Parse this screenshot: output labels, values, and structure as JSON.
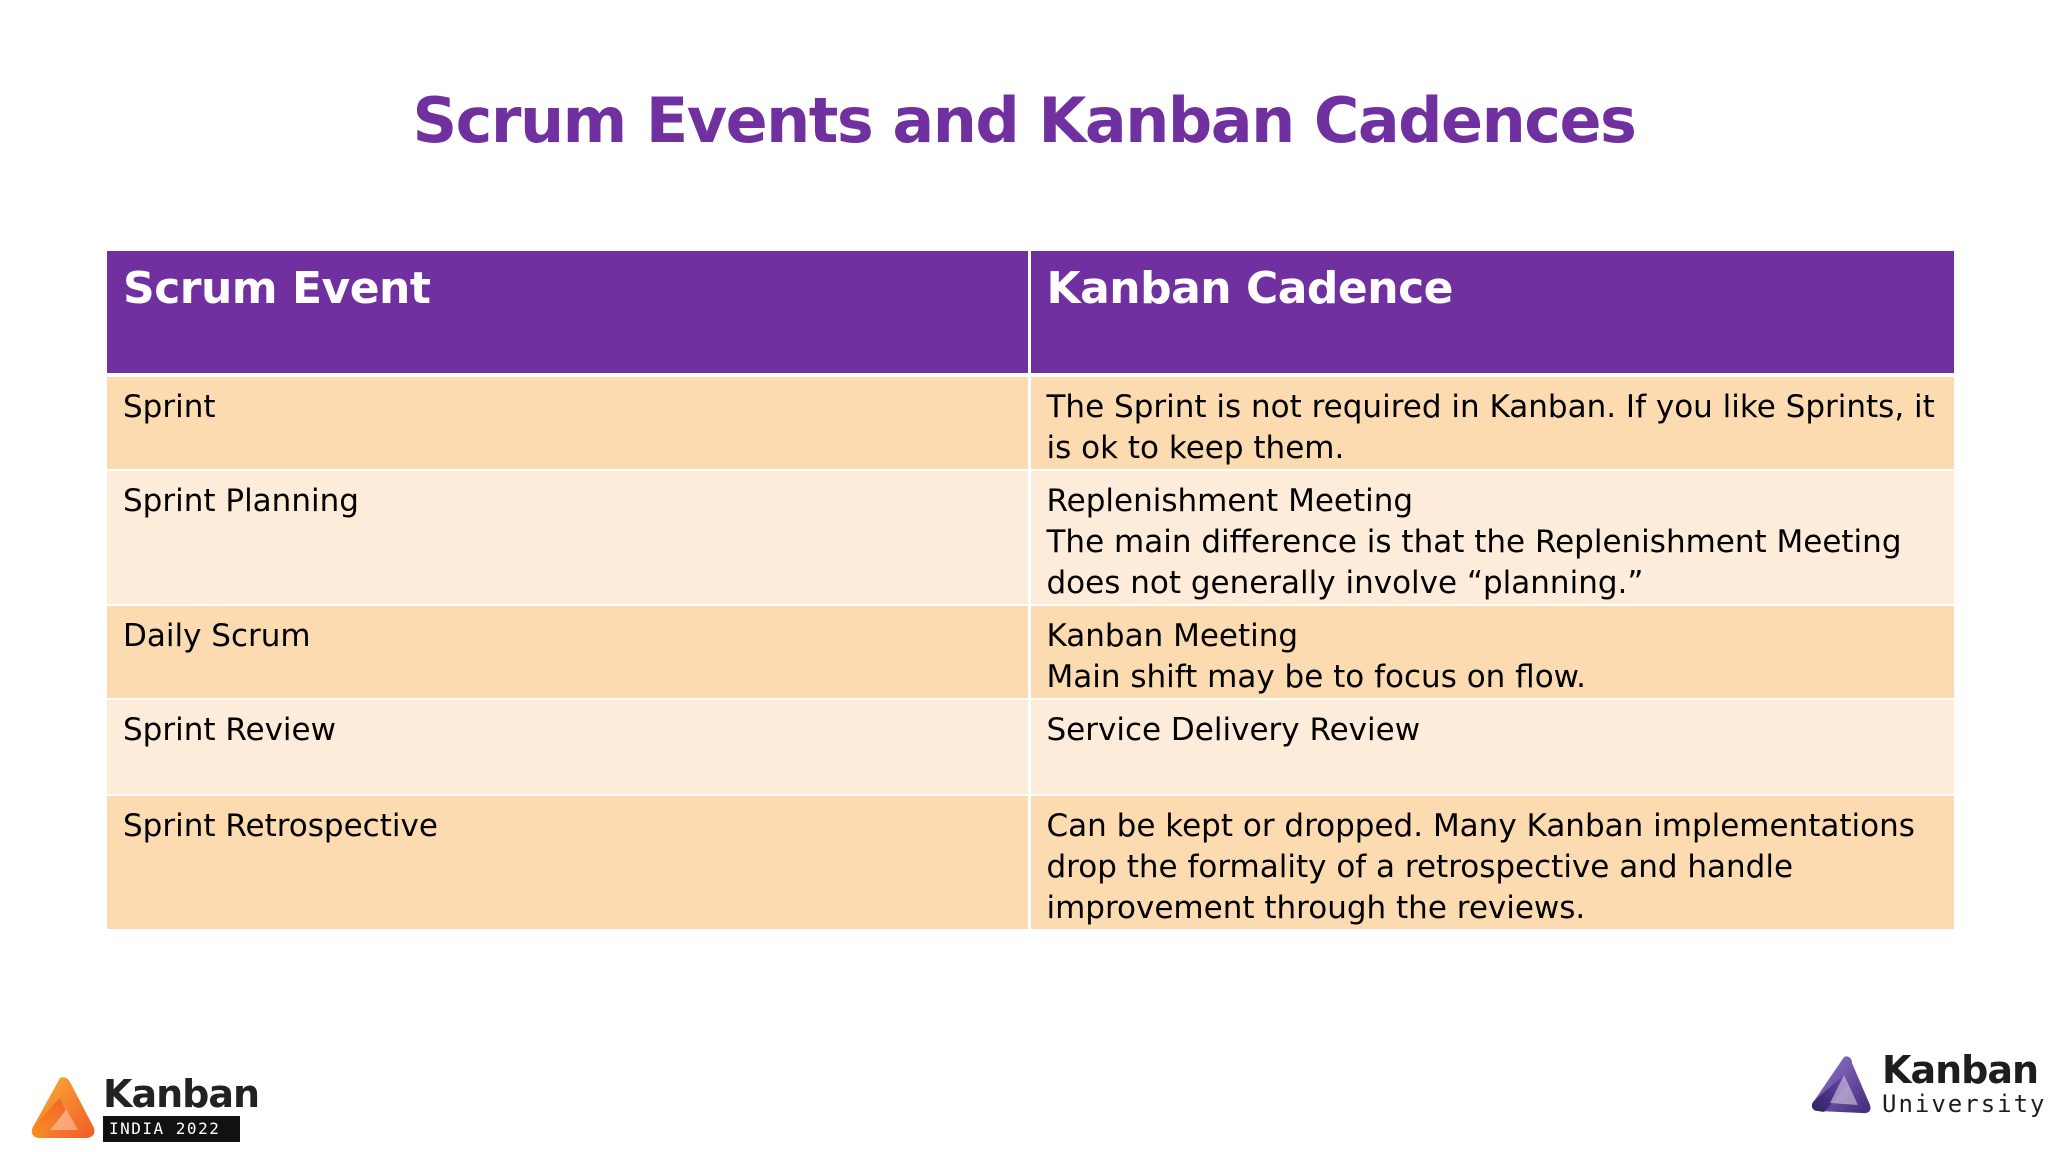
{
  "slide": {
    "title": "Scrum Events and Kanban Cadences"
  },
  "table": {
    "headers": [
      "Scrum Event",
      "Kanban Cadence"
    ],
    "rows": [
      {
        "event": "Sprint",
        "cadence_lines": [
          "The Sprint is not required in Kanban.  If you like Sprints, it is ok to keep them."
        ]
      },
      {
        "event": "Sprint Planning",
        "cadence_lines": [
          "Replenishment Meeting",
          "The main difference is that the Replenishment Meeting does not generally involve “planning.”"
        ]
      },
      {
        "event": "Daily Scrum",
        "cadence_lines": [
          "Kanban Meeting",
          "Main shift may be to focus on flow."
        ]
      },
      {
        "event": "Sprint Review",
        "cadence_lines": [
          "Service Delivery Review"
        ]
      },
      {
        "event": "Sprint Retrospective",
        "cadence_lines": [
          "Can be kept or dropped. Many Kanban implementations drop the formality of a retrospective and handle improvement through the reviews."
        ]
      }
    ]
  },
  "logos": {
    "left": {
      "word": "Kanban",
      "tag": "INDIA 2022",
      "icon": "kanban-india-triangle-icon"
    },
    "right": {
      "word": "Kanban",
      "sub": "University",
      "icon": "kanban-university-triangle-icon"
    }
  },
  "colors": {
    "accent": "#7030a0",
    "row_dark": "#fcdbb0",
    "row_light": "#fdecd9"
  }
}
